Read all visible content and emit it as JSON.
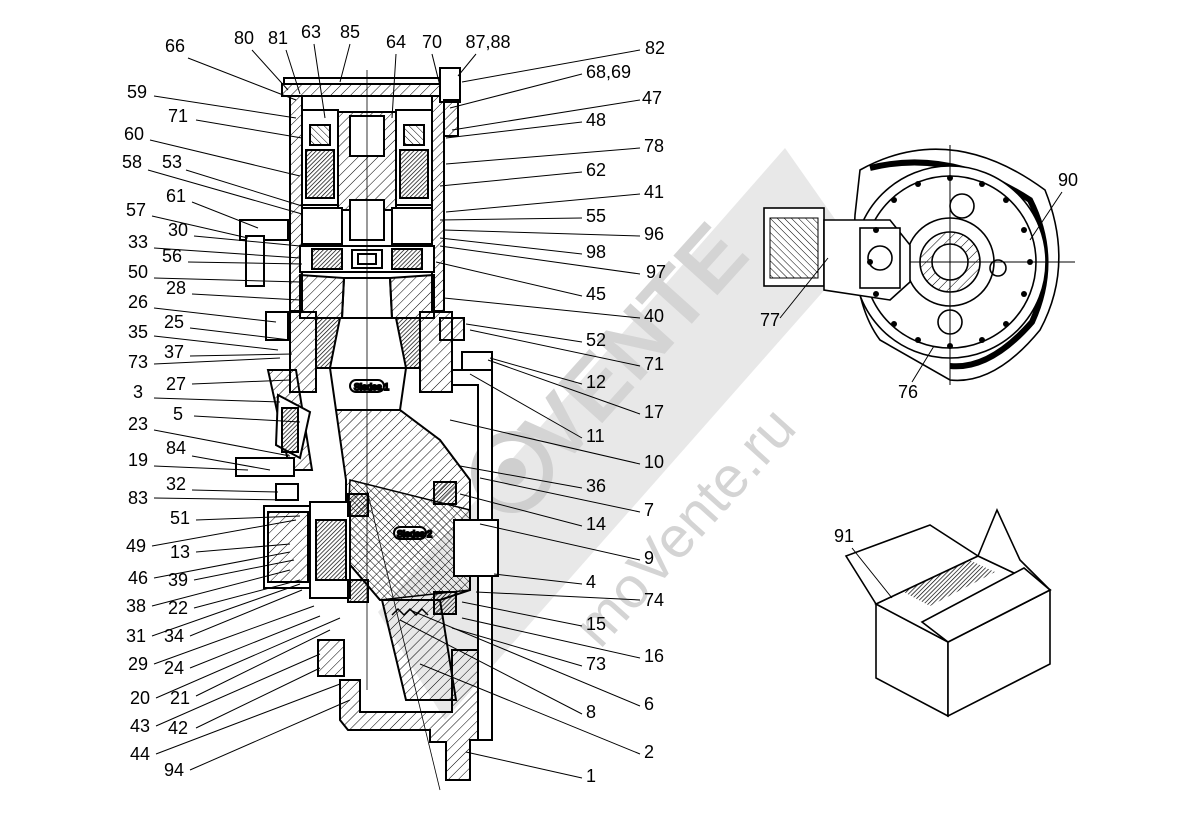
{
  "watermark": {
    "brand": "VENTE",
    "site": "moVente.ru"
  },
  "diagram": {
    "tags": [
      "Sledes 1",
      "Sledes 2"
    ],
    "callouts": [
      "66",
      "80",
      "81",
      "63",
      "85",
      "64",
      "70",
      "87,88",
      "82",
      "59",
      "71",
      "60",
      "58",
      "53",
      "61",
      "57",
      "30",
      "33",
      "56",
      "50",
      "28",
      "26",
      "35",
      "25",
      "73",
      "37",
      "3",
      "27",
      "5",
      "23",
      "84",
      "19",
      "32",
      "83",
      "51",
      "49",
      "13",
      "46",
      "39",
      "38",
      "22",
      "31",
      "34",
      "29",
      "24",
      "20",
      "21",
      "43",
      "42",
      "44",
      "94",
      "68,69",
      "47",
      "48",
      "78",
      "62",
      "41",
      "55",
      "96",
      "98",
      "97",
      "45",
      "40",
      "52",
      "71",
      "12",
      "17",
      "11",
      "10",
      "36",
      "7",
      "14",
      "9",
      "4",
      "74",
      "15",
      "16",
      "73",
      "6",
      "8",
      "2",
      "1",
      "90",
      "77",
      "76",
      "91"
    ]
  }
}
